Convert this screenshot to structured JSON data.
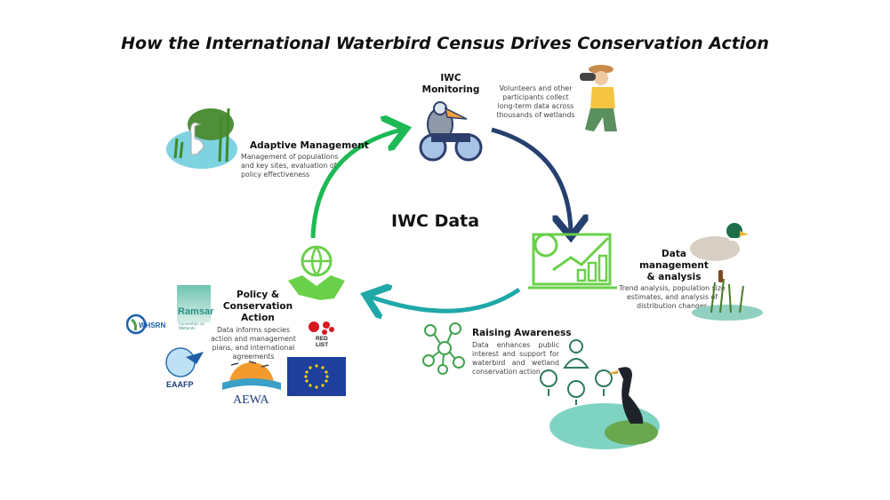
{
  "title": "How the International Waterbird Census Drives Conservation Action",
  "center_label": "IWC Data",
  "stages": {
    "monitoring": {
      "heading": "IWC Monitoring",
      "description": "Volunteers and other participants collect long-term data across thousands of wetlands"
    },
    "data_management": {
      "heading": "Data management & analysis",
      "description": "Trend analysis, population size estimates, and analysis of distribution changes"
    },
    "raising_awareness": {
      "heading": "Raising Awareness",
      "description": "Data enhances public interest and support for waterbird and wetland conservation action"
    },
    "policy": {
      "heading": "Policy & Conservation Action",
      "description": "Data informs species action and management plans, and international agreements"
    },
    "adaptive_management": {
      "heading": "Adaptive Management",
      "description": "Management of populations and key sites, evaluation of policy effectiveness"
    }
  },
  "logos": {
    "ramsar": "Ramsar",
    "ramsar_sub": "Convention on Wetlands",
    "whsrn": "WHSRN",
    "red_list": "RED LIST",
    "eaafp": "EAAFP",
    "aewa": "AEWA"
  },
  "colors": {
    "green": "#1db954",
    "navy": "#25406e",
    "teal": "#1fa8a8",
    "icon_green": "#6ad04a",
    "dark_green": "#2e7a5a"
  }
}
